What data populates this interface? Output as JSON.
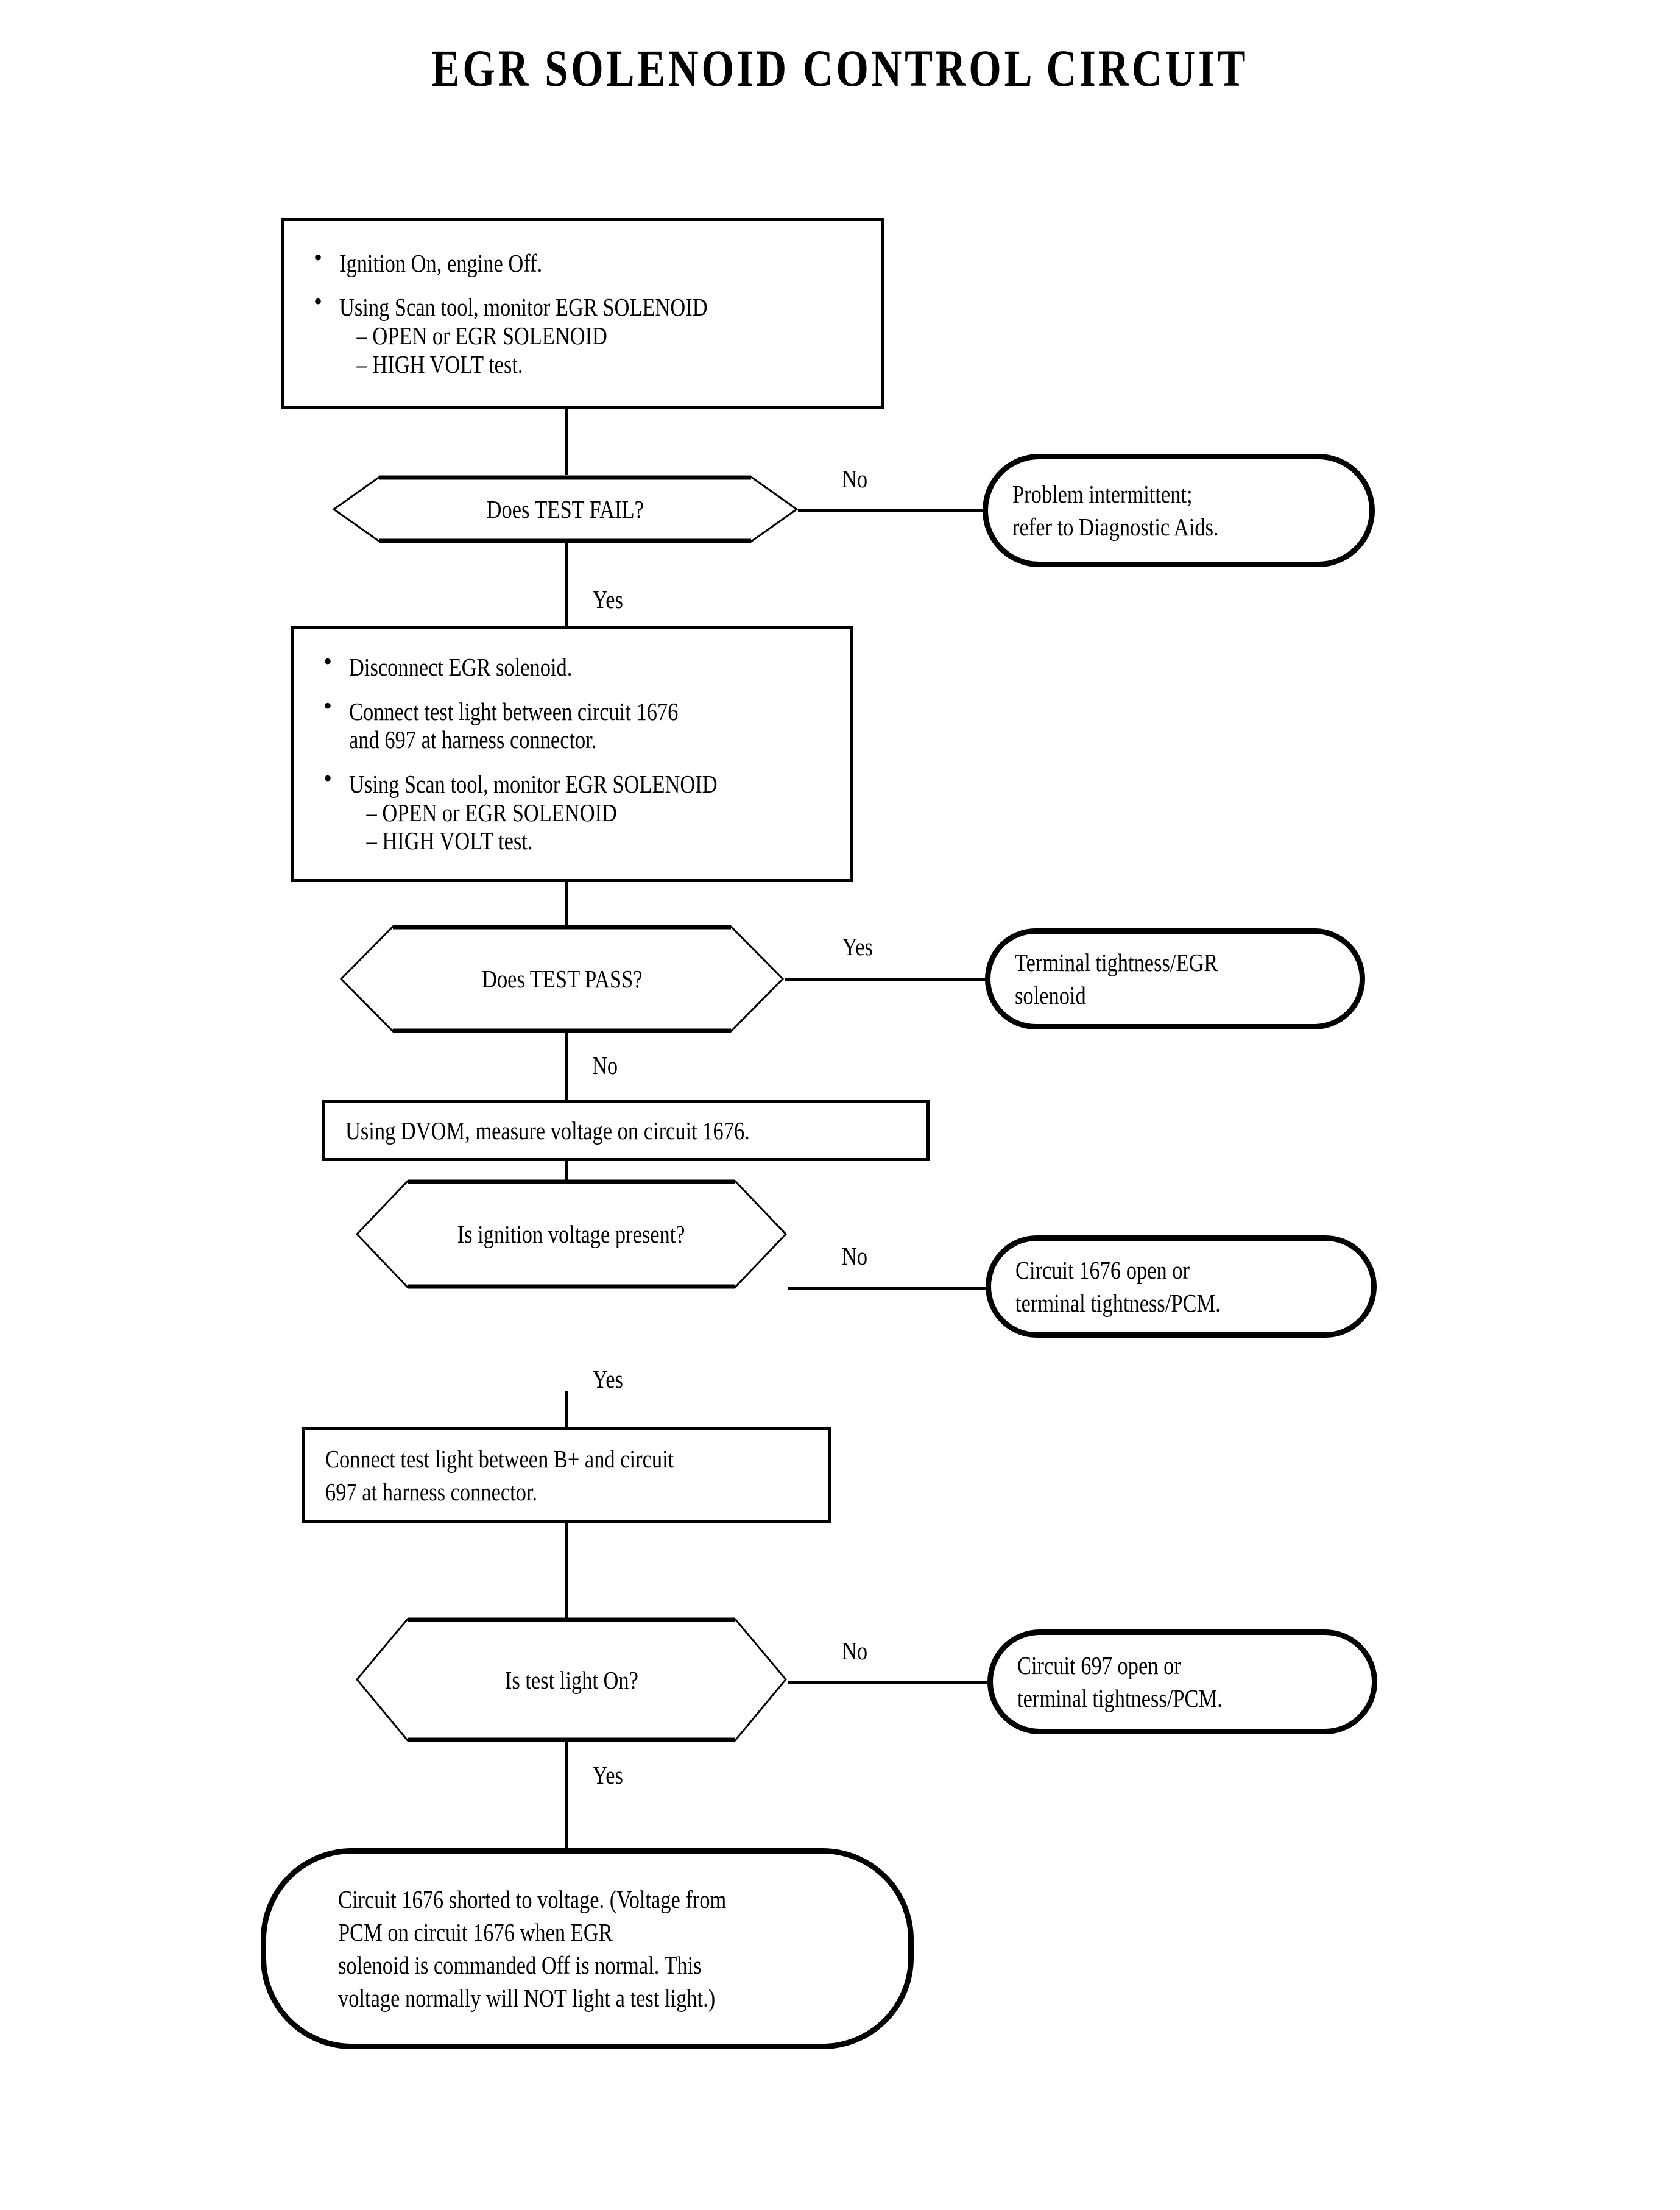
{
  "title": "EGR SOLENOID CONTROL CIRCUIT",
  "chart_data": {
    "type": "diagram",
    "subtype": "flowchart",
    "title": "EGR SOLENOID CONTROL CIRCUIT",
    "nodes": [
      {
        "id": "step1",
        "shape": "process",
        "text": "Ignition On, engine Off. / Using Scan tool, monitor EGR SOLENOID – OPEN or EGR SOLENOID – HIGH VOLT test."
      },
      {
        "id": "dec1",
        "shape": "decision",
        "text": "Does TEST FAIL?"
      },
      {
        "id": "term1",
        "shape": "terminal",
        "text": "Problem intermittent; refer to Diagnostic Aids."
      },
      {
        "id": "step2",
        "shape": "process",
        "text": "Disconnect EGR solenoid. / Connect test light between circuit 1676 and 697 at harness connector. / Using Scan tool, monitor EGR SOLENOID – OPEN or EGR SOLENOID – HIGH VOLT test."
      },
      {
        "id": "dec2",
        "shape": "decision",
        "text": "Does TEST PASS?"
      },
      {
        "id": "term2",
        "shape": "terminal",
        "text": "Terminal tightness/EGR solenoid"
      },
      {
        "id": "step3",
        "shape": "process",
        "text": "Using DVOM, measure voltage on circuit 1676."
      },
      {
        "id": "dec3",
        "shape": "decision",
        "text": "Is ignition voltage present?"
      },
      {
        "id": "term3",
        "shape": "terminal",
        "text": "Circuit 1676 open or terminal tightness/PCM."
      },
      {
        "id": "step4",
        "shape": "process",
        "text": "Connect test light between B+ and circuit 697 at harness connector."
      },
      {
        "id": "dec4",
        "shape": "decision",
        "text": "Is test light On?"
      },
      {
        "id": "term4",
        "shape": "terminal",
        "text": "Circuit 697 open or terminal tightness/PCM."
      },
      {
        "id": "term5",
        "shape": "terminal",
        "text": "Circuit 1676 shorted to voltage. (Voltage from PCM on circuit 1676 when EGR solenoid is commanded Off is normal. This voltage normally will NOT light a test light.)"
      }
    ],
    "edges": [
      {
        "from": "step1",
        "to": "dec1",
        "label": ""
      },
      {
        "from": "dec1",
        "to": "term1",
        "label": "No"
      },
      {
        "from": "dec1",
        "to": "step2",
        "label": "Yes"
      },
      {
        "from": "step2",
        "to": "dec2",
        "label": ""
      },
      {
        "from": "dec2",
        "to": "term2",
        "label": "Yes"
      },
      {
        "from": "dec2",
        "to": "step3",
        "label": "No"
      },
      {
        "from": "step3",
        "to": "dec3",
        "label": ""
      },
      {
        "from": "dec3",
        "to": "term3",
        "label": "No"
      },
      {
        "from": "dec3",
        "to": "step4",
        "label": "Yes"
      },
      {
        "from": "step4",
        "to": "dec4",
        "label": ""
      },
      {
        "from": "dec4",
        "to": "term4",
        "label": "No"
      },
      {
        "from": "dec4",
        "to": "term5",
        "label": "Yes"
      }
    ]
  },
  "step1": {
    "bullet1": "Ignition On, engine Off.",
    "bullet2_line1": "Using Scan tool, monitor EGR SOLENOID",
    "bullet2_line2": "– OPEN or EGR SOLENOID",
    "bullet2_line3": "– HIGH VOLT test."
  },
  "decision1": {
    "text": "Does TEST FAIL?"
  },
  "terminal1": {
    "line1": "Problem intermittent;",
    "line2": "refer to Diagnostic Aids."
  },
  "step2": {
    "bullet1": "Disconnect EGR solenoid.",
    "bullet2_line1": "Connect test light between circuit 1676",
    "bullet2_line2": "and 697 at harness connector.",
    "bullet3_line1": "Using Scan tool, monitor EGR SOLENOID",
    "bullet3_line2": "– OPEN or EGR SOLENOID",
    "bullet3_line3": "– HIGH VOLT test."
  },
  "decision2": {
    "text": "Does TEST PASS?"
  },
  "terminal2": {
    "line1": "Terminal tightness/EGR",
    "line2": "solenoid"
  },
  "step3": {
    "text": "Using DVOM, measure voltage on circuit 1676."
  },
  "decision3": {
    "text": "Is ignition voltage present?"
  },
  "terminal3": {
    "line1": "Circuit 1676 open or",
    "line2": "terminal tightness/PCM."
  },
  "step4": {
    "line1": "Connect test light between B+ and circuit",
    "line2": "697 at harness connector."
  },
  "decision4": {
    "text": "Is test light On?"
  },
  "terminal4": {
    "line1": "Circuit 697 open or",
    "line2": "terminal tightness/PCM."
  },
  "terminal5": {
    "line1": "Circuit 1676 shorted to voltage. (Voltage from",
    "line2": "PCM on circuit 1676 when EGR",
    "line3": "solenoid is commanded Off is normal. This",
    "line4": "voltage normally will NOT light a test light.)"
  },
  "branches": {
    "dec1_no": "No",
    "dec1_yes": "Yes",
    "dec2_yes": "Yes",
    "dec2_no": "No",
    "dec3_no": "No",
    "dec3_yes": "Yes",
    "dec4_no": "No",
    "dec4_yes": "Yes"
  },
  "colors": {
    "stroke": "#000000",
    "background": "#ffffff"
  }
}
